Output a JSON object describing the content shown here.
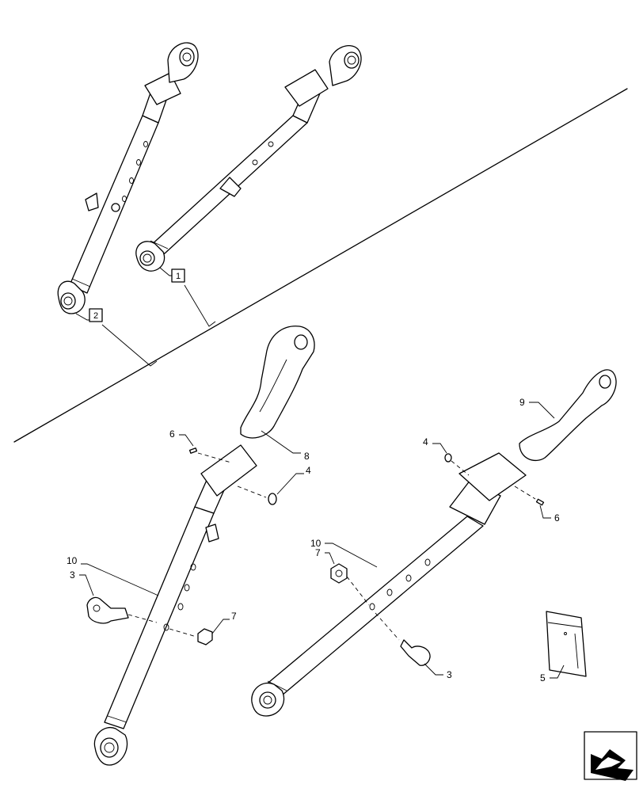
{
  "callouts": {
    "boxed_1": "1",
    "boxed_2": "2",
    "left_6": "6",
    "left_8": "8",
    "left_4": "4",
    "left_10": "10",
    "left_3": "3",
    "left_7": "7",
    "right_4": "4",
    "right_9": "9",
    "right_6": "6",
    "right_10": "10",
    "right_7": "7",
    "right_3": "3",
    "bag_5": "5"
  },
  "icons": {
    "nav_arrow": "nav-arrow-icon"
  }
}
